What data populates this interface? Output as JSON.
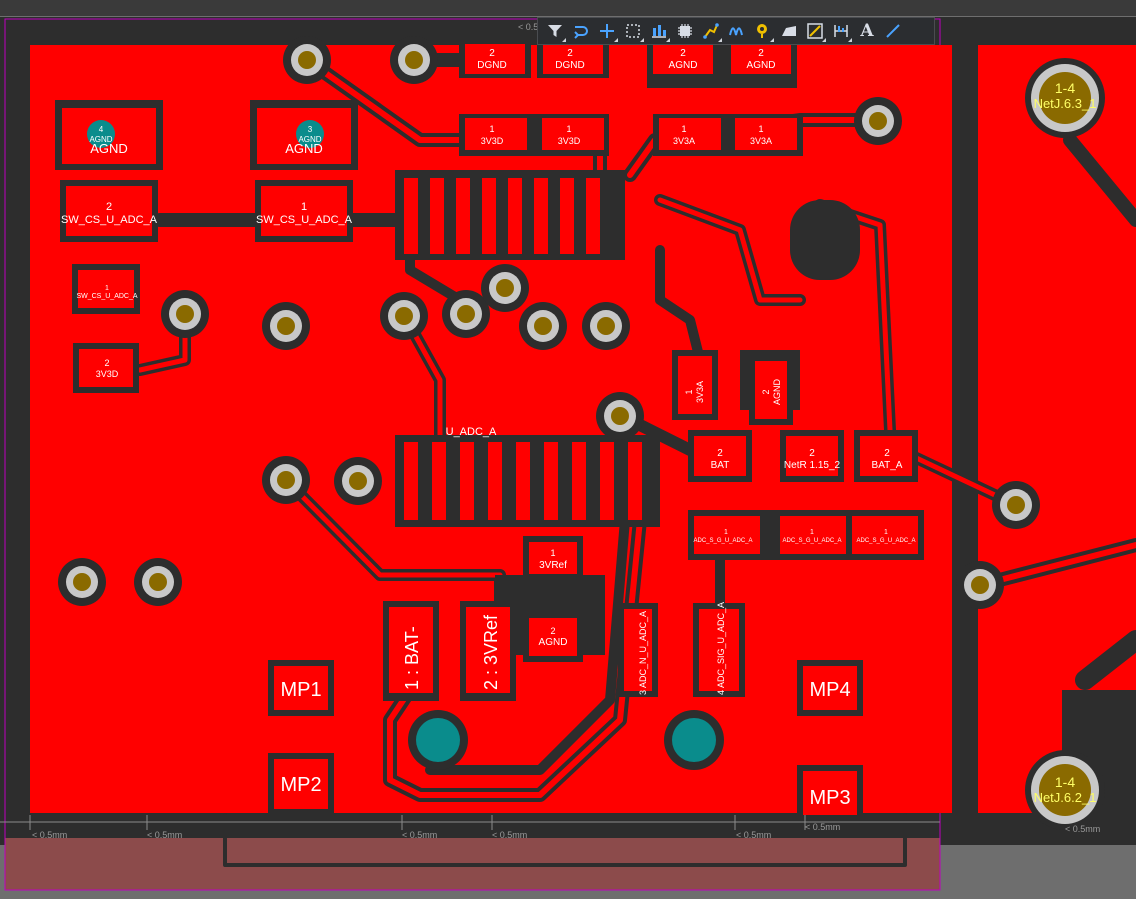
{
  "colors": {
    "copper": "#ff0000",
    "background": "#2d2d2d",
    "track_clearance": "#2d2d2d",
    "pad_hole": "#c8c8c8",
    "via_ring": "#c8c8c8",
    "teal": "#0a8c8c",
    "olive": "#8a6a00",
    "yellow_label": "#ffff66",
    "dim_line": "#8a8a8a",
    "selection_outline": "#c000c0"
  },
  "toolbar": {
    "tools": [
      {
        "name": "filter-tool",
        "icon": "filter-icon"
      },
      {
        "name": "route-tool",
        "icon": "route-icon"
      },
      {
        "name": "place-tool",
        "icon": "crosshair-icon"
      },
      {
        "name": "select-rect-tool",
        "icon": "select-rect-icon"
      },
      {
        "name": "align-tool",
        "icon": "align-icon"
      },
      {
        "name": "component-tool",
        "icon": "chip-icon"
      },
      {
        "name": "interactive-route-tool",
        "icon": "interactive-route-icon"
      },
      {
        "name": "diff-pair-tool",
        "icon": "diff-pair-icon"
      },
      {
        "name": "via-tool",
        "icon": "via-icon"
      },
      {
        "name": "polygon-tool",
        "icon": "polygon-icon"
      },
      {
        "name": "line-tool",
        "icon": "line-box-icon"
      },
      {
        "name": "dimension-tool",
        "icon": "dimension-icon"
      },
      {
        "name": "text-tool",
        "icon": "text-icon",
        "glyph": "A"
      },
      {
        "name": "draw-line-tool",
        "icon": "draw-line-icon"
      }
    ]
  },
  "labels": {
    "dgnd1_num": "2",
    "dgnd1_net": "DGND",
    "dgnd2_num": "2",
    "dgnd2_net": "DGND",
    "agnd1_num": "2",
    "agnd1_net": "AGND",
    "agnd2_num": "2",
    "agnd2_net": "AGND",
    "pad3v3d1_num": "1",
    "pad3v3d1_net": "3V3D",
    "pad3v3d2_num": "1",
    "pad3v3d2_net": "3V3D",
    "pad3v3a1_num": "1",
    "pad3v3a1_net": "3V3A",
    "pad3v3a2_num": "1",
    "pad3v3a2_net": "3V3A",
    "agnd_left_num": "4",
    "agnd_left_net": "AGND",
    "agnd_left_big": "AGND",
    "agnd_mid_num": "3",
    "agnd_mid_net": "AGND",
    "agnd_mid_big": "AGND",
    "sw_cs_a_num": "2",
    "sw_cs_a_net": "SW_CS_U_ADC_A",
    "sw_cs_b_num": "1",
    "sw_cs_b_net": "SW_CS_U_ADC_A",
    "sw_cs_small_num": "1",
    "sw_cs_small_net": "SW_CS_U_ADC_A",
    "v3d_small_num": "2",
    "v3d_small_net": "3V3D",
    "u_adc": "U_ADC_A",
    "v3a_vert_num": "1",
    "v3a_vert_net": "3V3A",
    "agnd_vert_num": "2",
    "agnd_vert_net": "AGND",
    "bat_num": "2",
    "bat_net": "BAT",
    "netr_num": "2",
    "netr_net": "NetR 1.15_2",
    "bata_num": "2",
    "bata_net": "BAT_A",
    "adc_s1_num": "1",
    "adc_s1_net": "ADC_S_G_U_ADC_A",
    "adc_s2_num": "1",
    "adc_s2_net": "ADC_S_G_U_ADC_A",
    "adc_s3_num": "1",
    "adc_s3_net": "ADC_S_G_U_ADC_A",
    "vref_num": "1",
    "vref_net": "3VRef",
    "bat_minus": "1 : BAT-",
    "vref_big": "2 : 3VRef",
    "agnd_low_num": "2",
    "agnd_low_net": "AGND",
    "adc_n": "3  ADC_N_U_ADC_A",
    "adc_sig": "4  ADC_SIG_U_ADC_A",
    "mp1": "MP1",
    "mp2": "MP2",
    "mp3": "MP3",
    "mp4": "MP4",
    "netj63_num": "1-4",
    "netj63_net": "NetJ.6.3_1",
    "netj62_num": "1-4",
    "netj62_net": "NetJ.6.2_1",
    "dim1": "< 0.5mm",
    "dim2": "< 0.5mm",
    "dim3": "< 0.5mm",
    "dim4": "< 0.5mm",
    "dim5": "< 0.5mm",
    "dim6": "< 0.5mm",
    "dim7": "< 0.5mm",
    "top_dim": "< 0.5"
  }
}
